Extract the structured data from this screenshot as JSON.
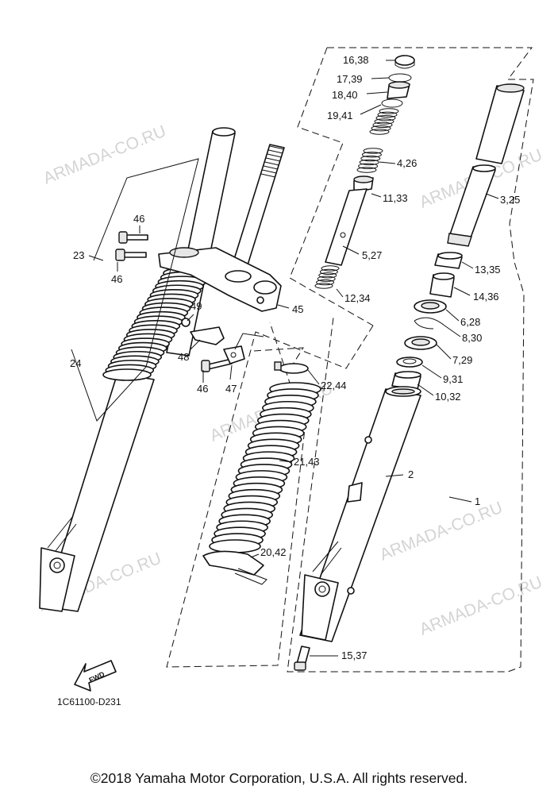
{
  "watermarks": [
    {
      "id": "wm1",
      "text": "ARMADA-CO.RU"
    },
    {
      "id": "wm2",
      "text": "ARMADA-CO.RU"
    },
    {
      "id": "wm3",
      "text": "ARMADA-CO.RU"
    },
    {
      "id": "wm4",
      "text": "ARMADA-CO.RU"
    },
    {
      "id": "wm5",
      "text": "ARMADA-CO.RU"
    },
    {
      "id": "wm6",
      "text": "ARMADA-CO.RU"
    }
  ],
  "callouts": [
    {
      "id": "c16",
      "text": "16,38"
    },
    {
      "id": "c17",
      "text": "17,39"
    },
    {
      "id": "c18",
      "text": "18,40"
    },
    {
      "id": "c19",
      "text": "19,41"
    },
    {
      "id": "c4",
      "text": "4,26"
    },
    {
      "id": "c11",
      "text": "11,33"
    },
    {
      "id": "c3",
      "text": "3,25"
    },
    {
      "id": "c5",
      "text": "5,27"
    },
    {
      "id": "c13",
      "text": "13,35"
    },
    {
      "id": "c14",
      "text": "14,36"
    },
    {
      "id": "c12",
      "text": "12,34"
    },
    {
      "id": "c6",
      "text": "6,28"
    },
    {
      "id": "c8",
      "text": "8,30"
    },
    {
      "id": "c7",
      "text": "7,29"
    },
    {
      "id": "c9",
      "text": "9,31"
    },
    {
      "id": "c10",
      "text": "10,32"
    },
    {
      "id": "c22",
      "text": "22,44"
    },
    {
      "id": "c21",
      "text": "21,43"
    },
    {
      "id": "c2",
      "text": "2"
    },
    {
      "id": "c1",
      "text": "1"
    },
    {
      "id": "c20",
      "text": "20,42"
    },
    {
      "id": "c15",
      "text": "15,37"
    },
    {
      "id": "c45",
      "text": "45"
    },
    {
      "id": "c46a",
      "text": "46"
    },
    {
      "id": "c46b",
      "text": "46"
    },
    {
      "id": "c46c",
      "text": "46"
    },
    {
      "id": "c23",
      "text": "23"
    },
    {
      "id": "c24",
      "text": "24"
    },
    {
      "id": "c49",
      "text": "49"
    },
    {
      "id": "c48",
      "text": "48"
    },
    {
      "id": "c47",
      "text": "47"
    }
  ],
  "fwd_label": "FWD",
  "diagram_ref": "1C61100-D231",
  "copyright": "©2018 Yamaha Motor Corporation, U.S.A. All rights reserved."
}
